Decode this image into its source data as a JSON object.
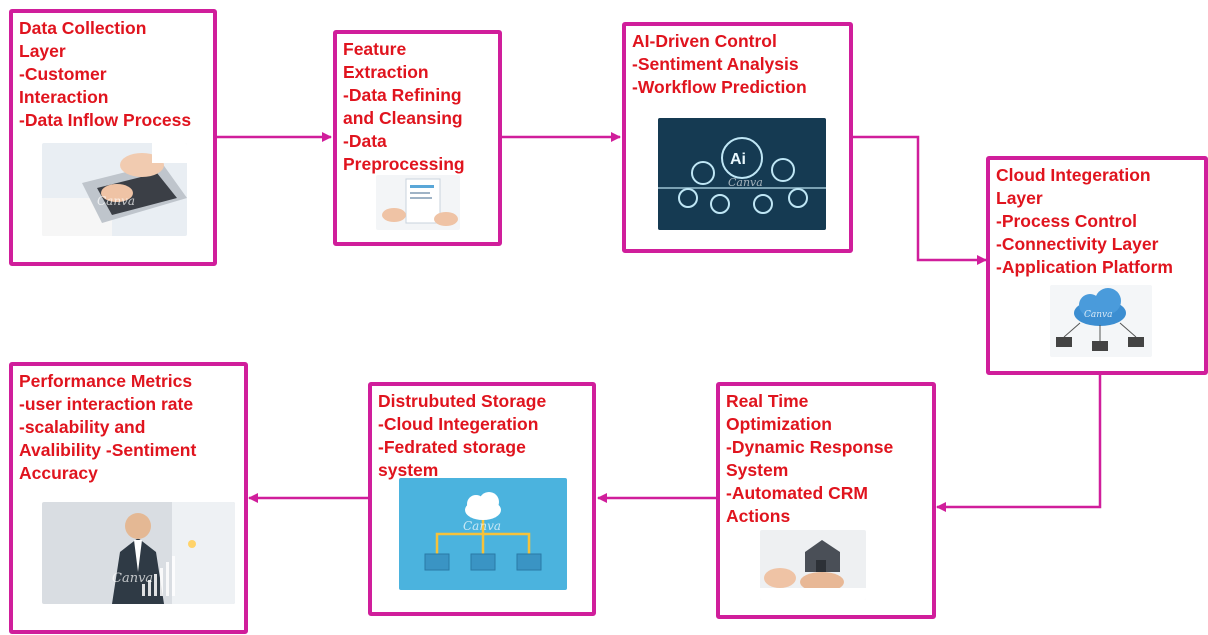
{
  "diagram": {
    "nodes": [
      {
        "id": "data-collection",
        "text": "Data Collection\nLayer\n-Customer\nInteraction\n-Data Inflow Process",
        "image": "laptop-typing-photo"
      },
      {
        "id": "feature-extraction",
        "text": "Feature\nExtraction\n-Data Refining\nand Cleansing\n-Data\nPreprocessing",
        "image": "document-review-photo"
      },
      {
        "id": "ai-control",
        "text": "AI-Driven Control\n-Sentiment Analysis\n-Workflow Prediction",
        "image": "ai-gears-photo"
      },
      {
        "id": "cloud-integration",
        "text": "Cloud Integeration\nLayer\n-Process Control\n-Connectivity Layer\n-Application Platform",
        "image": "cloud-network-illustration"
      },
      {
        "id": "real-time",
        "text": "Real Time\nOptimization\n-Dynamic Response\nSystem\n-Automated CRM\nActions",
        "image": "house-key-photo"
      },
      {
        "id": "storage",
        "text": "Distrubuted Storage\n-Cloud Integeration\n-Fedrated storage\nsystem",
        "image": "cloud-folders-illustration"
      },
      {
        "id": "performance",
        "text": "Performance Metrics\n-user interaction rate\n-scalability and\nAvalibility -Sentiment\nAccuracy",
        "image": "business-growth-photo"
      }
    ],
    "watermark": "Canva",
    "colors": {
      "border": "#d01e9b",
      "arrow": "#d01e9b",
      "text": "#e0141e"
    }
  }
}
